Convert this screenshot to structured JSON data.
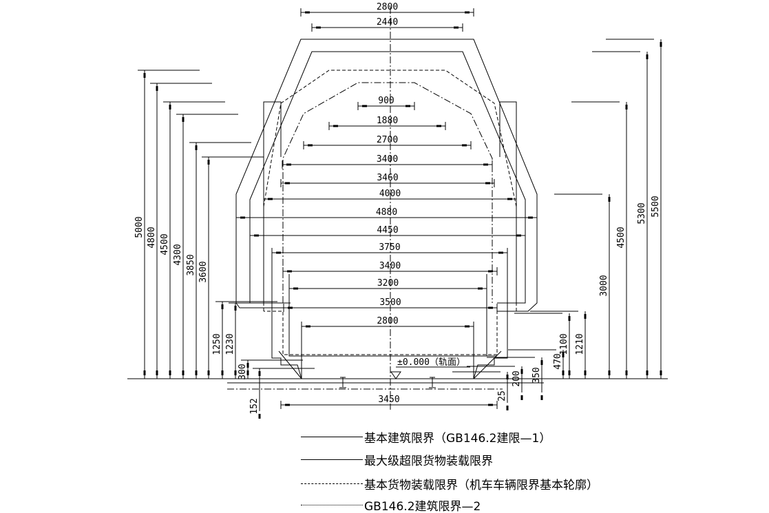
{
  "drawing": {
    "top_dims": [
      "2800",
      "2440"
    ],
    "horizontal_dims": [
      "900",
      "1880",
      "2700",
      "3400",
      "3460",
      "4000",
      "4880",
      "4450",
      "3750",
      "3400",
      "3200",
      "3500",
      "2800",
      "3450"
    ],
    "left_vertical_dims": [
      "5000",
      "4800",
      "4500",
      "4300",
      "3850",
      "3600",
      "1250",
      "1230",
      "300",
      "152"
    ],
    "right_vertical_dims": [
      "5500",
      "5300",
      "4500",
      "3000",
      "1210",
      "1100",
      "470",
      "350",
      "200",
      "25"
    ],
    "rail_level_label": "±0.000（轨面）"
  },
  "legend": [
    {
      "style": "solid",
      "label": "基本建筑限界（GB146.2建限—1）"
    },
    {
      "style": "solid",
      "label": "最大级超限货物装载限界"
    },
    {
      "style": "dashed",
      "label": "基本货物装载限界（机车车辆限界基本轮廓）"
    },
    {
      "style": "dash-dot",
      "label": "GB146.2建筑限界—2"
    }
  ]
}
